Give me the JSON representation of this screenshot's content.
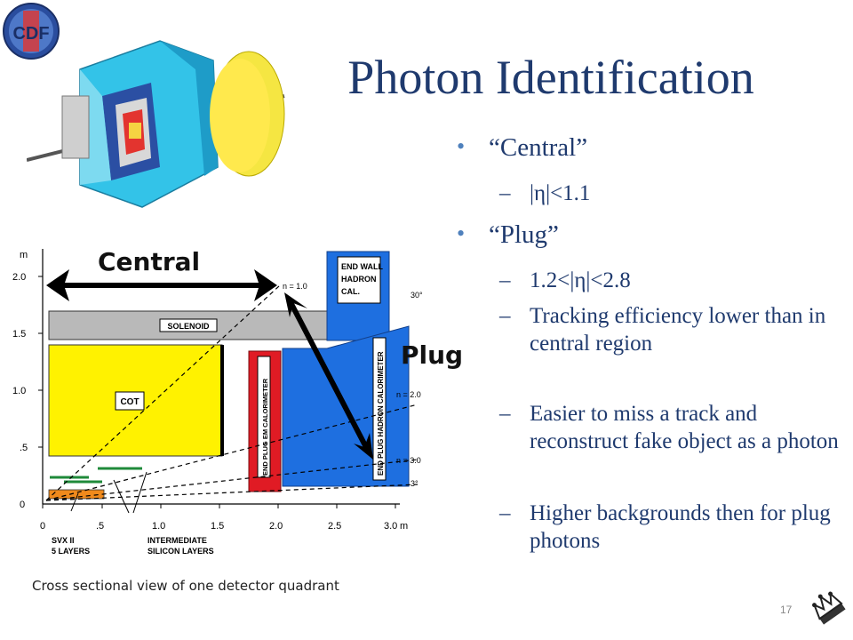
{
  "slide": {
    "title": "Photon Identification",
    "logo_text": "CDF",
    "page_number": "17"
  },
  "bullets": [
    {
      "text": "“Central”",
      "subs": [
        "|η|<1.1"
      ]
    },
    {
      "text": "“Plug”",
      "subs": [
        "1.2<|η|<2.8",
        "Tracking efficiency lower than in central region",
        "Easier to miss a track and reconstruct fake object as a photon",
        "Higher backgrounds then for plug photons"
      ]
    }
  ],
  "diagram": {
    "caption": "Cross sectional view of one detector quadrant",
    "arrow_labels": {
      "central": "Central",
      "plug": "Plug"
    },
    "components": {
      "solenoid": "SOLENOID",
      "cot": "COT",
      "end_wall": [
        "END WALL",
        "HADRON",
        "CAL."
      ],
      "plug_em": "END PLUG EM CALORIMETER",
      "plug_had": "END PLUG HADRON CALORIMETER",
      "svx": [
        "SVX  II",
        "5 LAYERS"
      ],
      "isl": [
        "INTERMEDIATE",
        "SILICON LAYERS"
      ]
    },
    "eta_lines": [
      "n = 1.0",
      "n = 2.0",
      "n = 3.0"
    ],
    "angles": [
      "30°",
      "3°"
    ],
    "y_axis": {
      "unit": "m",
      "ticks": [
        "2.0",
        "1.5",
        "1.0",
        ".5",
        "0"
      ]
    },
    "x_axis": {
      "unit": "m",
      "ticks": [
        "0",
        ".5",
        "1.0",
        "1.5",
        "2.0",
        "2.5",
        "3.0"
      ]
    }
  },
  "colors": {
    "title": "#1f3a6e",
    "bullet_dot": "#4f81bd",
    "cot": "#fff200",
    "solenoid": "#b9b9b9",
    "plug_em": "#e01b24",
    "plug_had": "#1e6fe0",
    "svx": "#f08a1c",
    "isl": "#1f8a3a"
  }
}
